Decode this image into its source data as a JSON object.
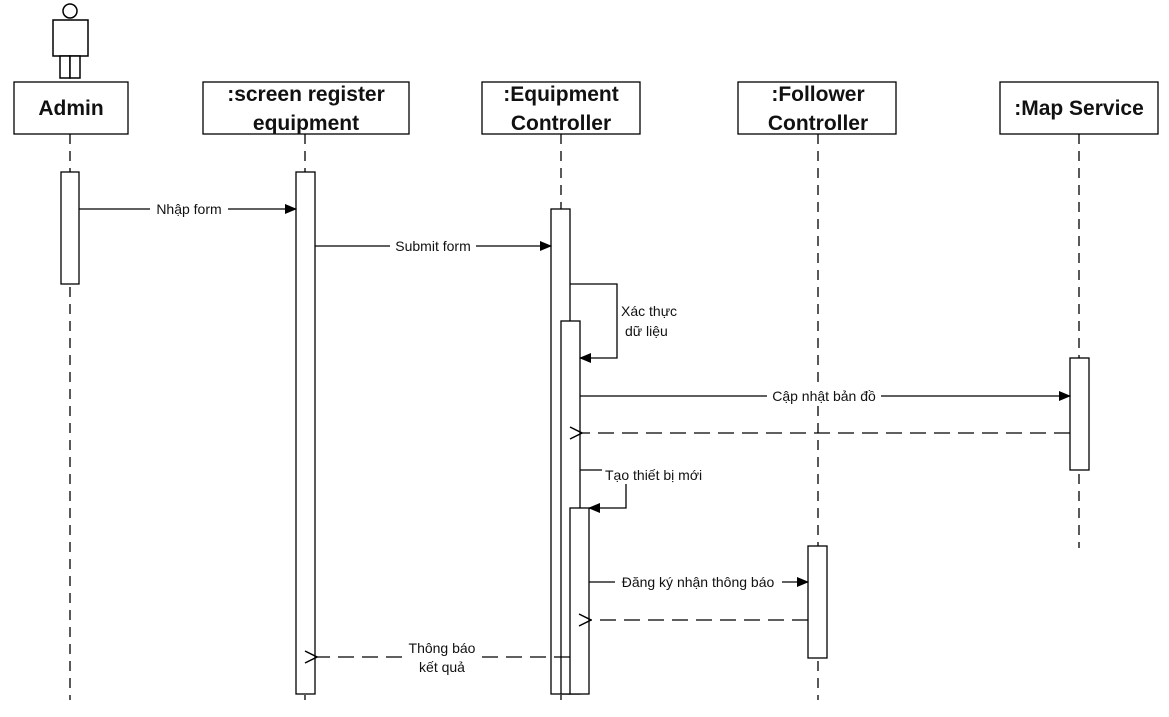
{
  "participants": [
    {
      "id": "admin",
      "lines": [
        "Admin"
      ]
    },
    {
      "id": "screen",
      "lines": [
        ":screen register",
        "equipment"
      ]
    },
    {
      "id": "equipment",
      "lines": [
        ":Equipment",
        "Controller"
      ]
    },
    {
      "id": "follower",
      "lines": [
        ":Follower",
        "Controller"
      ]
    },
    {
      "id": "map",
      "lines": [
        ":Map Service"
      ]
    }
  ],
  "messages": {
    "nhap_form": "Nhập form",
    "submit_form": "Submit form",
    "xac_thuc_1": "Xác thực",
    "xac_thuc_2": "dữ liệu",
    "cap_nhat": "Cập nhật bản đồ",
    "tao_thiet_bi": "Tạo thiết bị mới",
    "dang_ky": "Đăng ký nhận thông báo",
    "thong_bao_1": "Thông báo",
    "thong_bao_2": "kết quả"
  }
}
